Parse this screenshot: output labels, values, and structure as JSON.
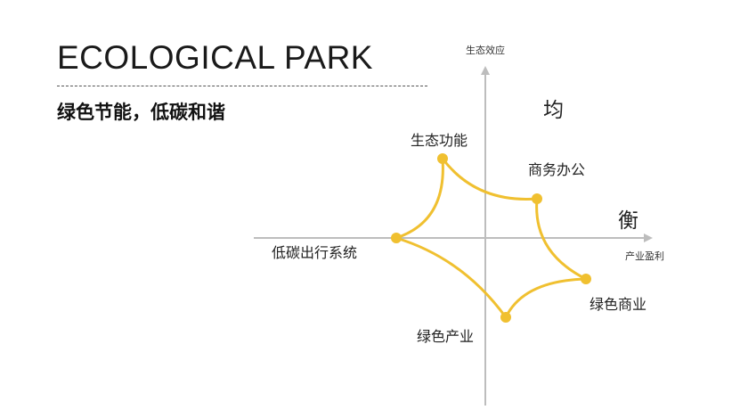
{
  "header": {
    "title": "ECOLOGICAL PARK",
    "subtitle": "绿色节能，低碳和谐"
  },
  "diagram": {
    "axis_y_label": "生态效应",
    "axis_x_label": "产业盈利",
    "corner_chars": [
      "均",
      "衡"
    ],
    "nodes": [
      {
        "label": "生态功能"
      },
      {
        "label": "商务办公"
      },
      {
        "label": "低碳出行系统"
      },
      {
        "label": "绿色商业"
      },
      {
        "label": "绿色产业"
      }
    ],
    "curve_color": "#F0C030",
    "axis_color": "#BDBDBD"
  }
}
